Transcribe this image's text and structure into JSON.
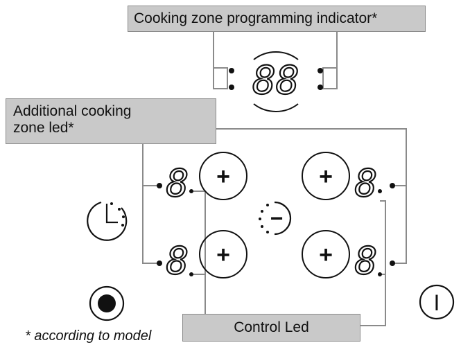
{
  "labels": {
    "programming_indicator": "Cooking zone programming indicator*",
    "additional_led_line1": "Additional cooking",
    "additional_led_line2": "zone led*",
    "control_led": "Control Led"
  },
  "footnote": "* according to model",
  "displays": {
    "programming": "88",
    "zone_front_left": "8",
    "zone_rear_left": "8",
    "zone_front_right": "8",
    "zone_rear_right": "8"
  },
  "buttons": {
    "zone_plus": "+",
    "timer_minus": "−",
    "power": "I"
  },
  "icons": {
    "timer": "clock-icon",
    "minus": "timer-minus-icon",
    "lock": "record-icon",
    "power": "power-icon"
  },
  "colors": {
    "label_bg": "#c9c9c9",
    "label_border": "#8a8a8a",
    "leader_line": "#8a8a8a",
    "ink": "#111111"
  }
}
